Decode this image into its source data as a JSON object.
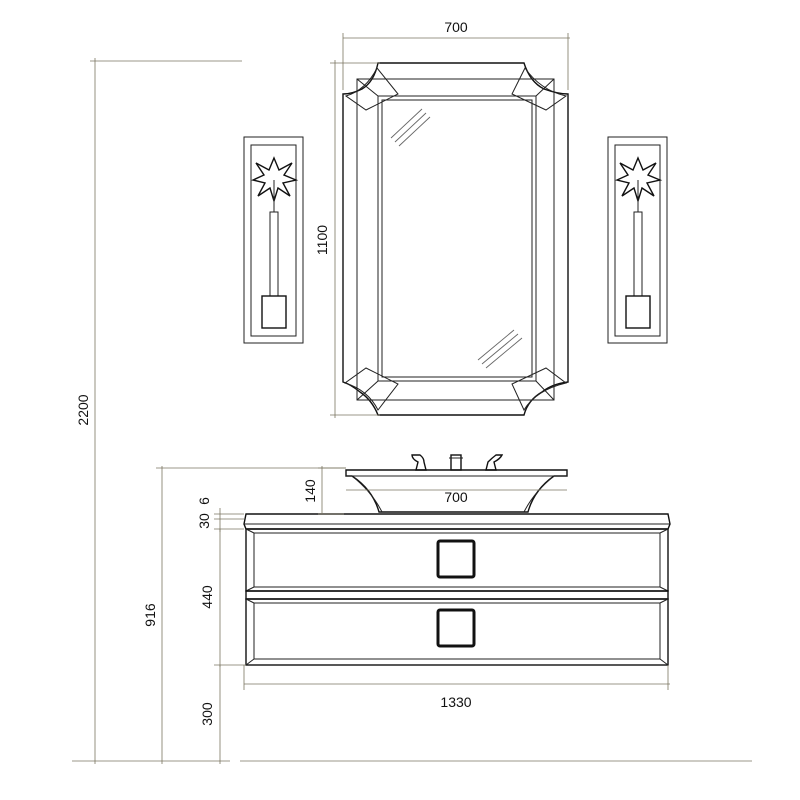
{
  "dimensions": {
    "mirror_width": "700",
    "mirror_height": "1100",
    "total_height": "2200",
    "basin_width": "700",
    "basin_height": "140",
    "top_thickness_a": "6",
    "top_thickness_b": "30",
    "cabinet_height": "916",
    "drawers_height": "440",
    "floor_clearance": "300",
    "cabinet_width": "1330"
  }
}
